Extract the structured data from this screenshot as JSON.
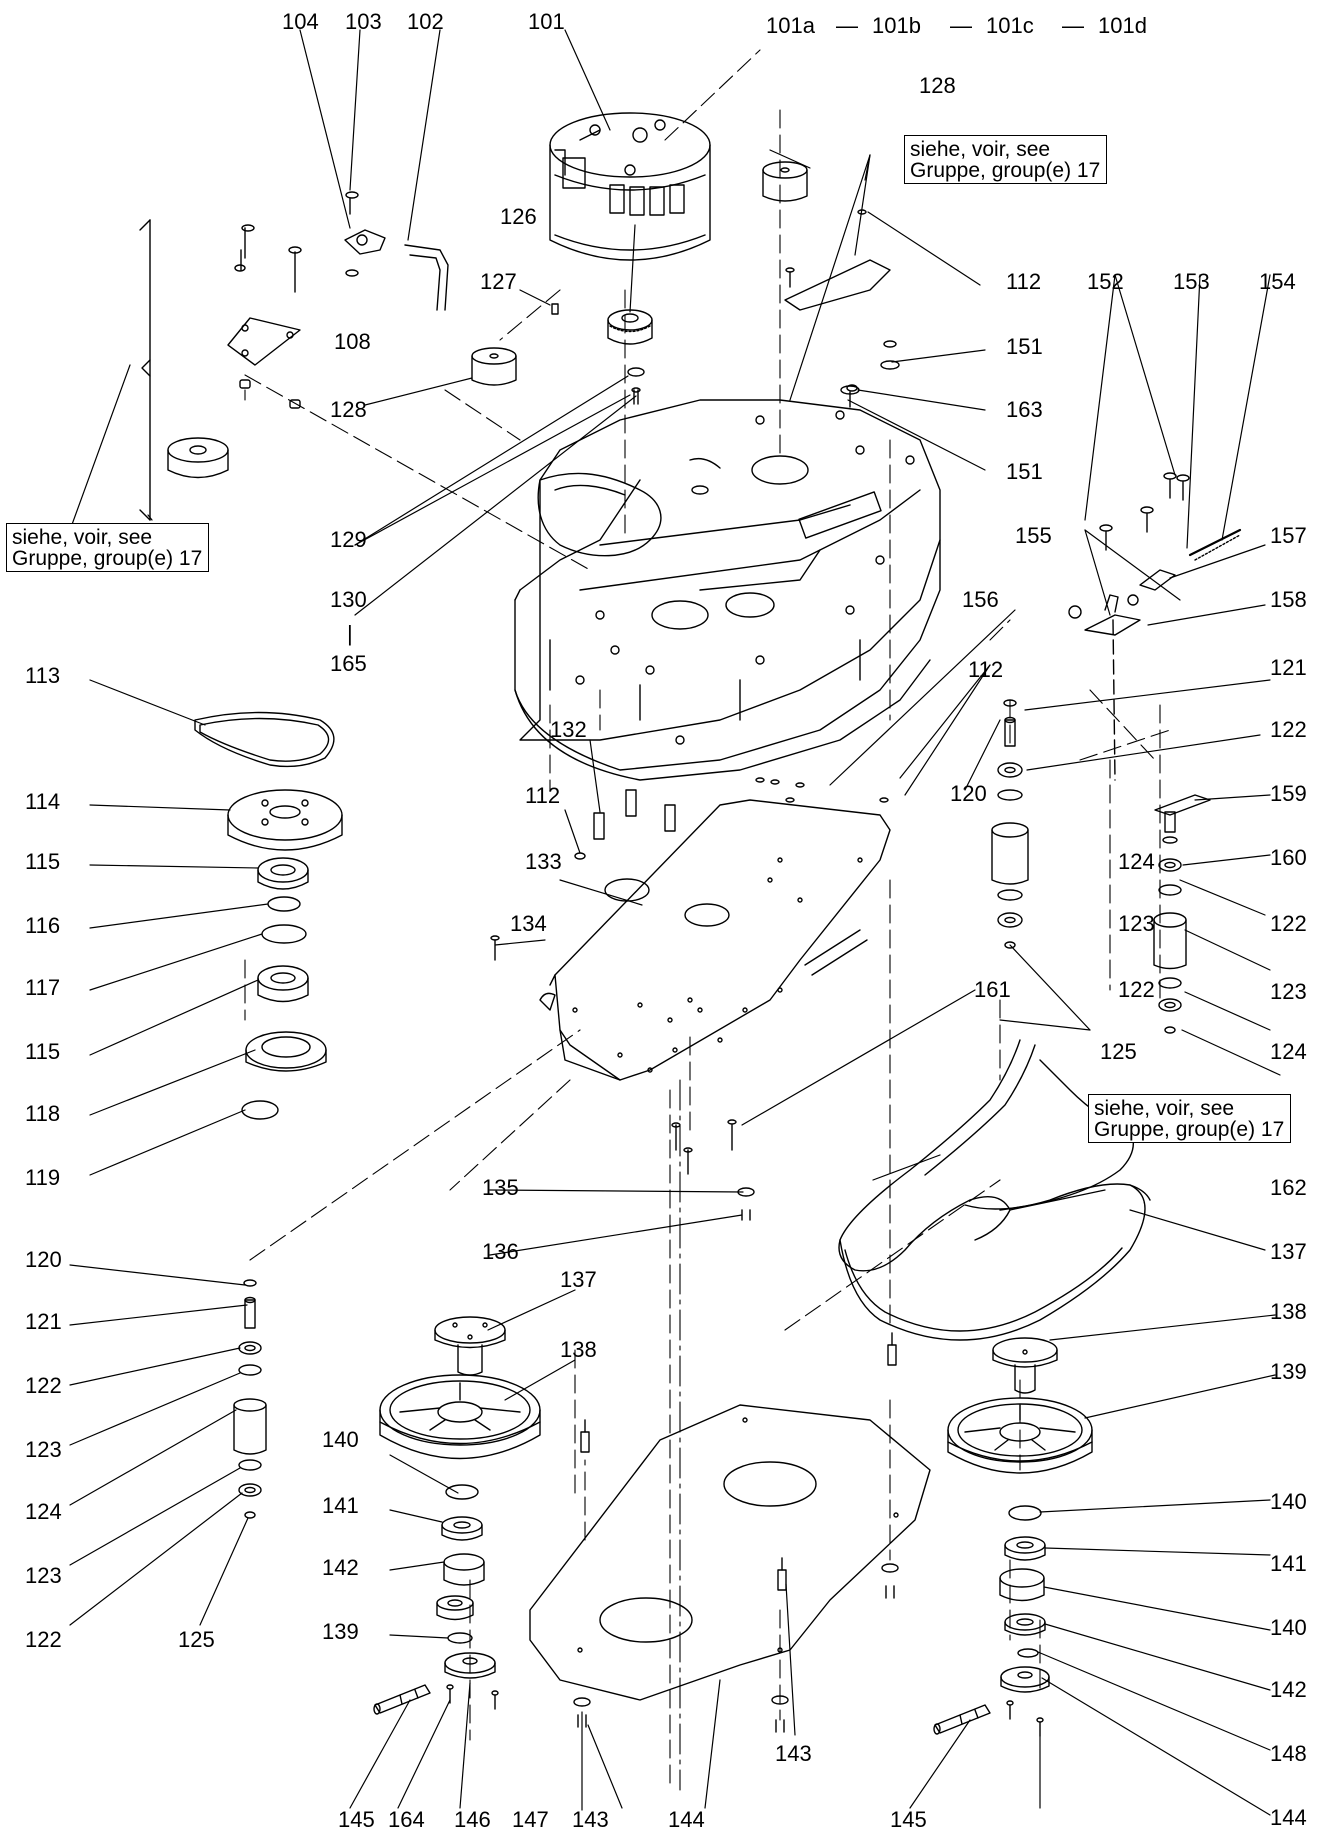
{
  "drawing_notes": [
    {
      "line1": "siehe, voir, see",
      "line2": "Gruppe, group(e) 17"
    },
    {
      "line1": "siehe, voir, see",
      "line2": "Gruppe, group(e) 17"
    },
    {
      "line1": "siehe, voir, see",
      "line2": "Gruppe, group(e) 17"
    }
  ],
  "part_numbers": [
    "104",
    "103",
    "102",
    "101",
    "101a",
    "—",
    "101b",
    "—",
    "101c",
    "—",
    "101d",
    "128",
    "126",
    "127",
    "112",
    "151",
    "163",
    "151",
    "108",
    "128",
    "129",
    "130",
    "|",
    "165",
    "152",
    "153",
    "154",
    "155",
    "157",
    "158",
    "156",
    "112",
    "121",
    "122",
    "120",
    "159",
    "160",
    "113",
    "114",
    "115",
    "116",
    "117",
    "115",
    "118",
    "119",
    "132",
    "112",
    "133",
    "134",
    "124",
    "123",
    "122",
    "123",
    "122",
    "125",
    "124",
    "161",
    "135",
    "136",
    "162",
    "137",
    "120",
    "121",
    "122",
    "123",
    "124",
    "123",
    "122",
    "125",
    "137",
    "138",
    "138",
    "139",
    "140",
    "141",
    "142",
    "139",
    "140",
    "141",
    "140",
    "142",
    "148",
    "143",
    "144",
    "145",
    "164",
    "146",
    "147",
    "143",
    "144",
    "145"
  ]
}
